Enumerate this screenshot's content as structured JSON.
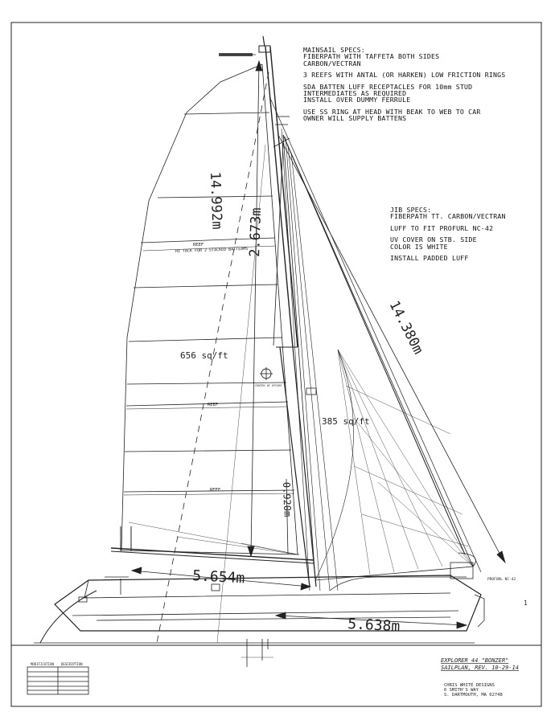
{
  "mainsail_specs": [
    "MAINSAIL SPECS:",
    "FIBERPATH WITH TAFFETA BOTH SIDES",
    "CARBON/VECTRAN",
    "3 REEFS WITH ANTAL (OR HARKEN) LOW FRICTION RINGS",
    "SDA BATTEN LUFF RECEPTACLES FOR 10mm STUD",
    "INTERMEDIATES AS REQUIRED",
    "INSTALL OVER DUMMY FERRULE",
    "USE SS RING AT HEAD WITH BEAK TO WEB TO CAR",
    "OWNER WILL SUPPLY BATTENS"
  ],
  "jib_specs": [
    "JIB SPECS:",
    "FIBERPATH TT. CARBON/VECTRAN",
    "LUFF TO FIT PROFURL NC-42",
    "UV COVER ON STB. SIDE",
    "COLOR IS WHITE",
    "INSTALL PADDED LUFF"
  ],
  "dimensions": {
    "main_luff": "14.992m",
    "mast_segment": "2.673m",
    "jib_luff": "14.380m",
    "main_foot": "5.654m",
    "jib_foot": "5.638m",
    "boom_height": "0.920m"
  },
  "areas": {
    "mainsail": "656 sq/ft",
    "jib": "385 sq/ft"
  },
  "labels": {
    "reef_upper": "REEF",
    "reef_upper_note": "HI TACK FOR 2 STACKED BATTEAMS",
    "reef_mid": "REEF",
    "reef_low": "REEF",
    "ce_label": "CENTER OF EFFORT",
    "furler": "PROFURL NC-42",
    "page_number": "1"
  },
  "title_block": {
    "title": "EXPLORER 44 \"BONZER\"",
    "subtitle": "SAILPLAN, REV. 10-29-14",
    "designer_1": "CHRIS WHITE DESIGNS",
    "designer_2": "6 SMITH'S WAY",
    "designer_3": "S. DARTMOUTH, MA 02748",
    "revision_header_1": "MODIFICATION",
    "revision_header_2": "DESCRIPTION"
  }
}
